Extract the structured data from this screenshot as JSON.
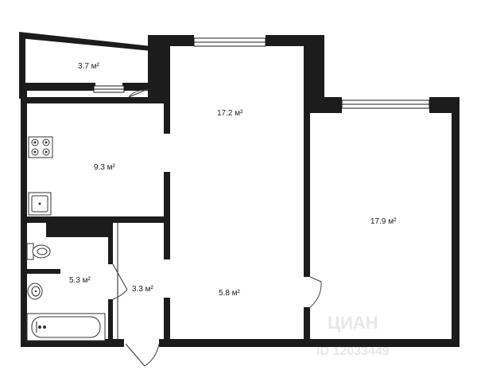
{
  "rooms": [
    {
      "id": "balcony",
      "area": "3.7 м²"
    },
    {
      "id": "living",
      "area": "17.2 м²"
    },
    {
      "id": "bedroom",
      "area": "17.9 м²"
    },
    {
      "id": "kitchen",
      "area": "9.3 м²"
    },
    {
      "id": "bathroom",
      "area": "5.3 м²"
    },
    {
      "id": "closet",
      "area": "3.3 м²"
    },
    {
      "id": "hallway",
      "area": "5.8 м²"
    }
  ],
  "watermark": {
    "brand": "ЦИАН",
    "id_text": "ID 12033449"
  },
  "colors": {
    "wall": "#1c1c1c",
    "background": "#ffffff",
    "watermark": "#e6e6e6"
  }
}
